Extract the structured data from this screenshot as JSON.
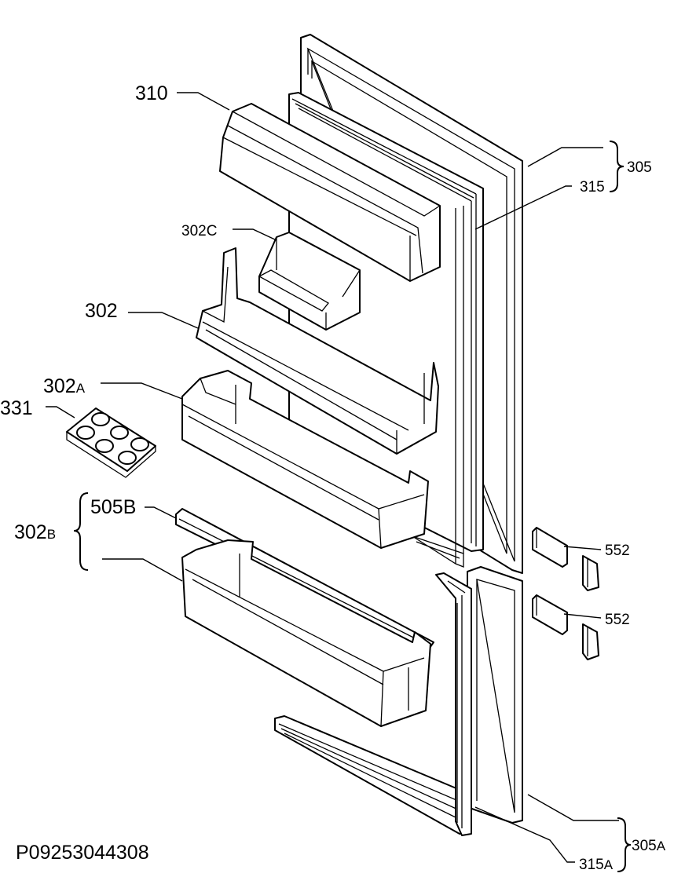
{
  "labels": {
    "l310": "310",
    "l302C": "302C",
    "l302": "302",
    "l302A_main": "302",
    "l302A_sub": "A",
    "l331": "331",
    "l505B": "505B",
    "l302B_main": "302",
    "l302B_sub": "B",
    "l305": "305",
    "l315": "315",
    "l552a": "552",
    "l552b": "552",
    "l305A_main": "305",
    "l305A_sub": "A",
    "l315A_main": "315",
    "l315A_sub": "A"
  },
  "drawing_number": "P09253044308"
}
